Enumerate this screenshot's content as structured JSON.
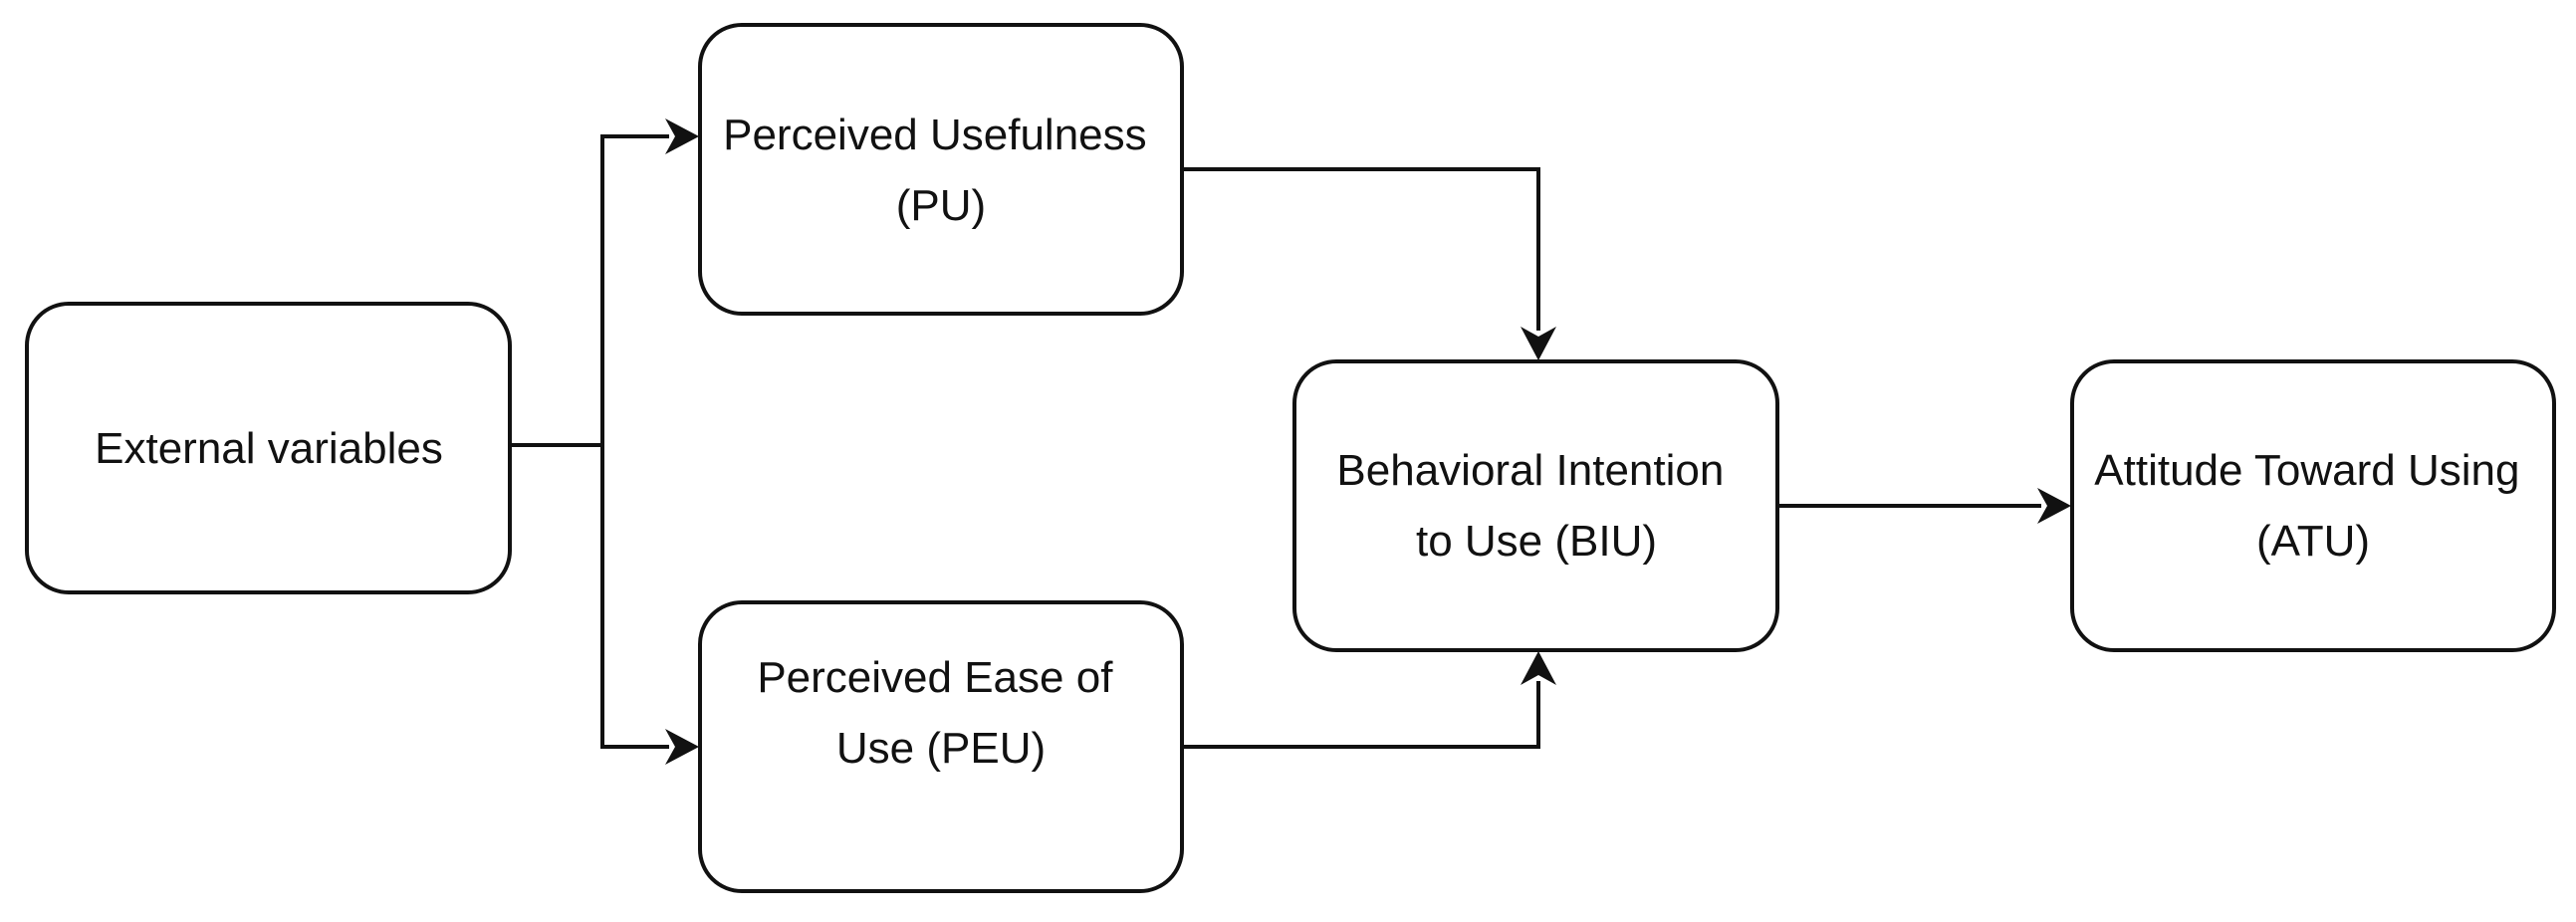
{
  "nodes": {
    "external": {
      "lines": [
        "External variables"
      ]
    },
    "pu": {
      "lines": [
        "Perceived Usefulness",
        "(PU)"
      ]
    },
    "peu": {
      "lines": [
        "Perceived Ease of",
        "Use (PEU)"
      ]
    },
    "biu": {
      "lines": [
        "Behavioral Intention",
        "to Use (BIU)"
      ]
    },
    "atu": {
      "lines": [
        "Attitude Toward Using",
        "(ATU)"
      ]
    }
  },
  "edges": [
    {
      "from": "External variables",
      "to": "Perceived Usefulness (PU)"
    },
    {
      "from": "External variables",
      "to": "Perceived Ease of Use (PEU)"
    },
    {
      "from": "Perceived Usefulness (PU)",
      "to": "Behavioral Intention to Use (BIU)"
    },
    {
      "from": "Perceived Ease of Use (PEU)",
      "to": "Behavioral Intention to Use (BIU)"
    },
    {
      "from": "Behavioral Intention to Use (BIU)",
      "to": "Attitude Toward Using (ATU)"
    }
  ],
  "colors": {
    "stroke": "#111111",
    "fill": "#ffffff",
    "text": "#111111"
  }
}
